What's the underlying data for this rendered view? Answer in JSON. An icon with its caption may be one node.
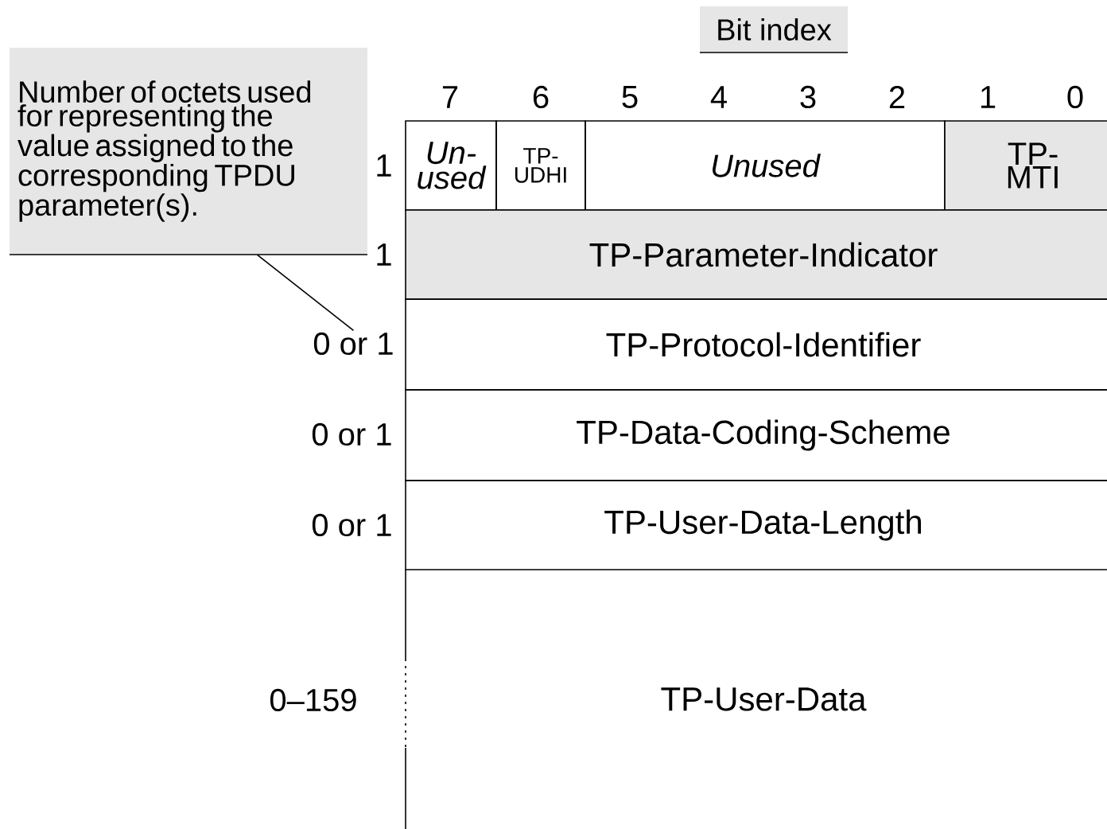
{
  "diagram": {
    "nodes": [
      {
        "text": [
          "Bit index"
        ]
      },
      {
        "text": [
          "Number of octets used for representing the value assigned to the corresponding TPDU parameter(s)."
        ]
      },
      {
        "text": [
          "Un- used"
        ]
      },
      {
        "text": [
          "TP- UDHI"
        ]
      },
      {
        "text": [
          "Unused"
        ]
      },
      {
        "text": [
          "TP- MTI"
        ]
      },
      {
        "text": [
          "TP-Parameter-Indicator"
        ]
      },
      {
        "text": [
          "TP-Protocol-Identifier"
        ]
      },
      {
        "text": [
          "TP-Data-Coding-Scheme"
        ]
      },
      {
        "text": [
          "TP-User-Data-Length"
        ]
      },
      {
        "text": [
          "TP-User-Data"
        ]
      },
      {
        "text": [
          "0 or 1"
        ]
      }
    ],
    "edges": [
      {
        "from": 1,
        "to": 11,
        "arrow": "none"
      }
    ],
    "labels": [
      "7",
      "6",
      "5",
      "4",
      "3",
      "2",
      "1",
      "0",
      "1",
      "1",
      "0 or 1",
      "0 or 1",
      "0–159"
    ]
  }
}
